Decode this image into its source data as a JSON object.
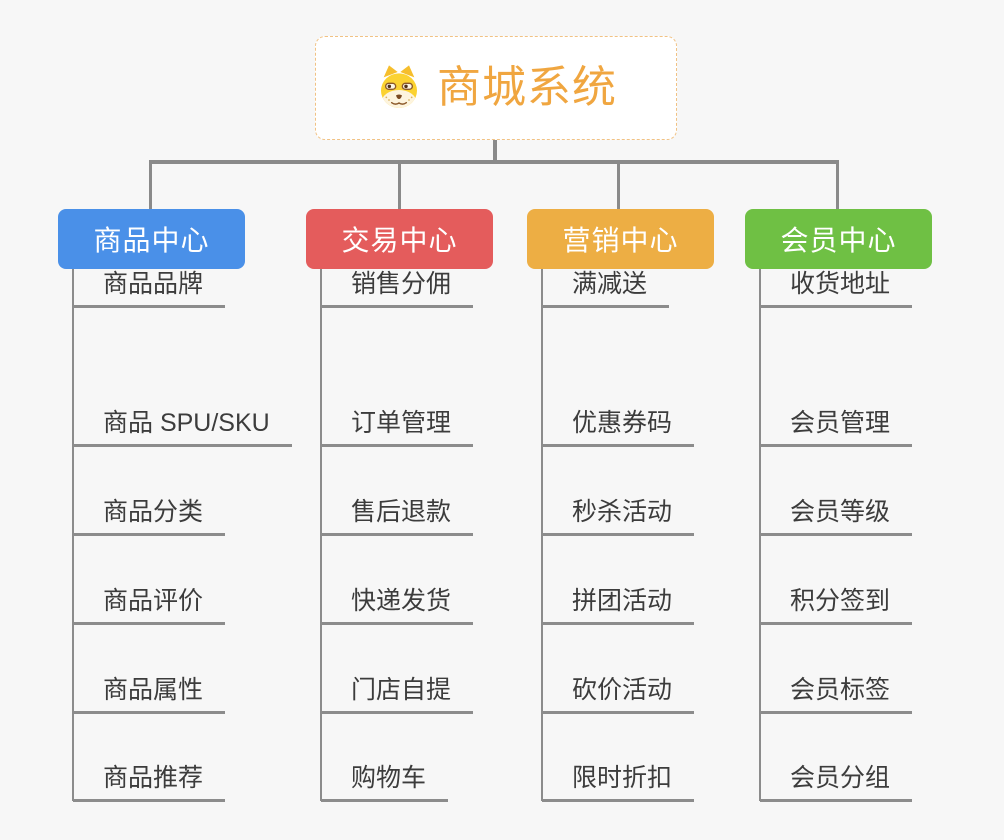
{
  "root": {
    "title": "商城系统",
    "icon": "doge-icon",
    "title_color": "#F0A640",
    "border_color": "#F1C284"
  },
  "connector_color": "#8A8A8A",
  "background_color": "#F7F7F7",
  "branches": [
    {
      "label": "商品中心",
      "color": "#4A90E8",
      "items": [
        "商品 SPU/SKU",
        "商品分类",
        "商品评价",
        "商品属性",
        "商品推荐",
        "商品品牌"
      ]
    },
    {
      "label": "交易中心",
      "color": "#E45C5C",
      "items": [
        "订单管理",
        "售后退款",
        "快递发货",
        "门店自提",
        "购物车",
        "销售分佣"
      ]
    },
    {
      "label": "营销中心",
      "color": "#EDAE44",
      "items": [
        "优惠券码",
        "秒杀活动",
        "拼团活动",
        "砍价活动",
        "限时折扣",
        "满减送"
      ]
    },
    {
      "label": "会员中心",
      "color": "#6FC044",
      "items": [
        "会员管理",
        "会员等级",
        "积分签到",
        "会员标签",
        "会员分组",
        "收货地址"
      ]
    }
  ]
}
